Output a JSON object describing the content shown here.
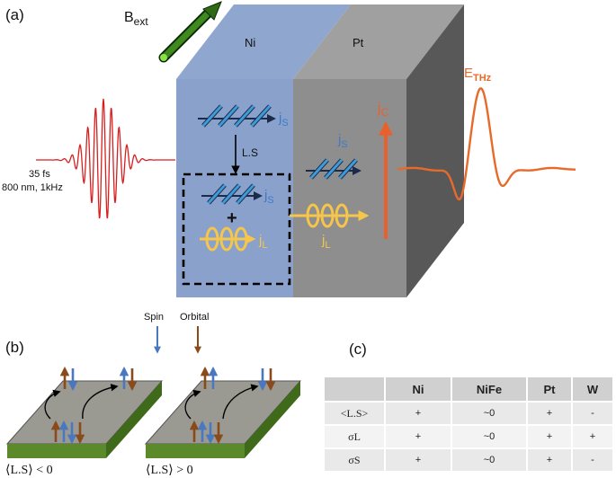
{
  "panels": {
    "a": "(a)",
    "b": "(b)",
    "c": "(c)"
  },
  "field": {
    "label": "B",
    "sub": "ext"
  },
  "layers": {
    "ni": "Ni",
    "pt": "Pt"
  },
  "pulse": {
    "duration": "35 fs",
    "spec": "800 nm, 1kHz"
  },
  "thz": {
    "label": "E",
    "sub": "THz"
  },
  "currents": {
    "js": "j",
    "js_sub": "S",
    "jl": "j",
    "jl_sub": "L",
    "jc": "j",
    "jc_sub": "C",
    "coupling": "L.S",
    "plus": "+"
  },
  "legend": {
    "spin": "Spin",
    "orbital": "Orbital"
  },
  "captions": {
    "neg": "⟨L.S⟩ < 0",
    "pos": "⟨L.S⟩ > 0"
  },
  "colors": {
    "ni": "#8fa7cf",
    "pt": "#a8a8a8",
    "spin_arrow": "#4a78c0",
    "orbital_arrow": "#8a4a1a",
    "thz": "#e86a2a",
    "laser": "#d81f1f",
    "jl": "#f5c64a",
    "jc": "#e8612c",
    "film_side": "#5a8a2a"
  },
  "table": {
    "headers": [
      "",
      "Ni",
      "NiFe",
      "Pt",
      "W"
    ],
    "rows": [
      {
        "name": "<L.S>",
        "cells": [
          "+",
          "~0",
          "+",
          "-"
        ]
      },
      {
        "name": "σL",
        "cells": [
          "+",
          "~0",
          "+",
          "+"
        ]
      },
      {
        "name": "σS",
        "cells": [
          "+",
          "~0",
          "+",
          "-"
        ]
      }
    ]
  }
}
